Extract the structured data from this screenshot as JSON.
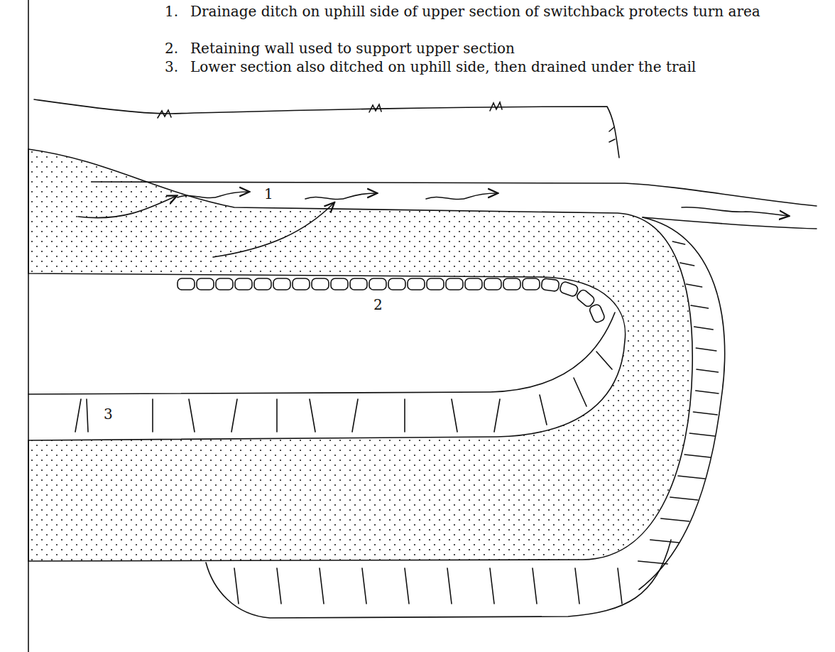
{
  "diagram": {
    "labels": [
      "1.",
      "Drainage ditch on uphill side of upper section of switchback protects turn area",
      "2.",
      "Retaining wall used to support upper section",
      "3.",
      "Lower section also ditched on uphill side, then drained under the trail",
      "1",
      "2",
      "3"
    ]
  }
}
